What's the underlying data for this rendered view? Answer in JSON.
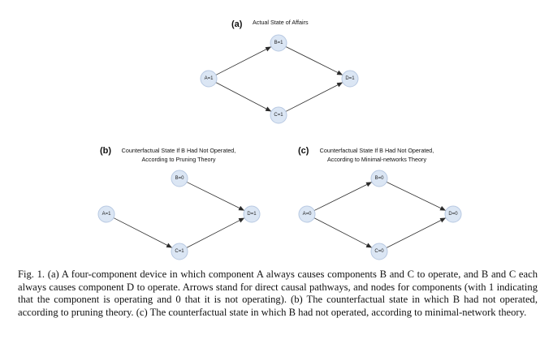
{
  "panels": [
    {
      "id": "a",
      "label": "(a)",
      "title_lines": [
        "Actual State of Affairs"
      ],
      "nodes": [
        {
          "id": "A",
          "text": "A=1"
        },
        {
          "id": "B",
          "text": "B=1"
        },
        {
          "id": "C",
          "text": "C=1"
        },
        {
          "id": "D",
          "text": "D=1"
        }
      ],
      "edges": [
        [
          "A",
          "B"
        ],
        [
          "A",
          "C"
        ],
        [
          "B",
          "D"
        ],
        [
          "C",
          "D"
        ]
      ]
    },
    {
      "id": "b",
      "label": "(b)",
      "title_lines": [
        "Counterfactual State If B Had Not Operated,",
        "According to Pruning Theory"
      ],
      "nodes": [
        {
          "id": "A",
          "text": "A=1"
        },
        {
          "id": "B",
          "text": "B=0"
        },
        {
          "id": "C",
          "text": "C=1"
        },
        {
          "id": "D",
          "text": "D=1"
        }
      ],
      "edges": [
        [
          "A",
          "C"
        ],
        [
          "B",
          "D"
        ],
        [
          "C",
          "D"
        ]
      ]
    },
    {
      "id": "c",
      "label": "(c)",
      "title_lines": [
        "Counterfactual State If B Had Not Operated,",
        "According to Minimal-networks Theory"
      ],
      "nodes": [
        {
          "id": "A",
          "text": "A=0"
        },
        {
          "id": "B",
          "text": "B=0"
        },
        {
          "id": "C",
          "text": "C=0"
        },
        {
          "id": "D",
          "text": "D=0"
        }
      ],
      "edges": [
        [
          "A",
          "B"
        ],
        [
          "A",
          "C"
        ],
        [
          "B",
          "D"
        ],
        [
          "C",
          "D"
        ]
      ]
    }
  ],
  "caption": "Fig. 1.  (a) A four-component device in which component A always causes components B and C to operate, and B and C each always causes component D to operate. Arrows stand for direct causal pathways, and nodes for components (with 1 indicating that the component is operating and 0 that it is not operating). (b) The counterfactual state in which B had not operated, according to pruning theory. (c) The counterfactual state in which B had not operated, according to minimal-network theory."
}
